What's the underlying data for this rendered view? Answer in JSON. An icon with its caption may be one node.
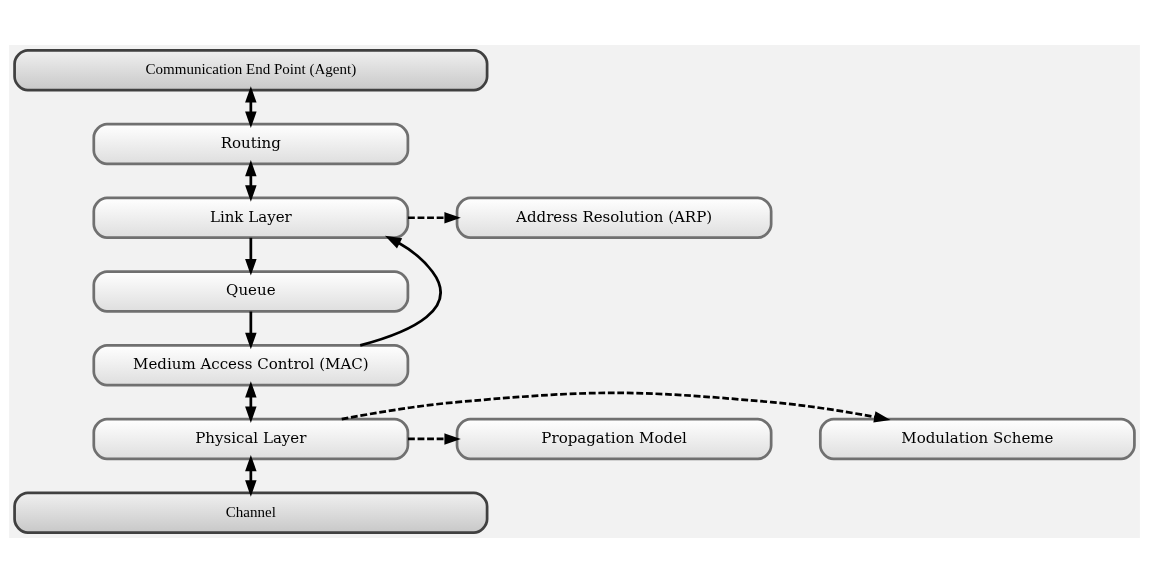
{
  "diagram": {
    "nodes": [
      {
        "text": [
          "Communication End Point (Agent)"
        ]
      },
      {
        "text": [
          "Routing"
        ]
      },
      {
        "text": [
          "Address Resolution (ARP)"
        ]
      },
      {
        "text": [
          "Link Layer"
        ]
      },
      {
        "text": [
          "Queue"
        ]
      },
      {
        "text": [
          "Medium Access Control (MAC)"
        ]
      },
      {
        "text": [
          "Modulation Scheme"
        ]
      },
      {
        "text": [
          "Propagation Model"
        ]
      },
      {
        "text": [
          "Physical Layer"
        ]
      },
      {
        "text": [
          "Channel"
        ]
      }
    ],
    "edges": [
      {
        "from": 0,
        "to": 1,
        "arrow": "both"
      },
      {
        "from": 1,
        "to": 3,
        "arrow": "both"
      },
      {
        "from": 3,
        "to": 2,
        "arrow": "to",
        "style": "dashed"
      },
      {
        "from": 3,
        "to": 4,
        "arrow": "to"
      },
      {
        "from": 4,
        "to": 5,
        "arrow": "to"
      },
      {
        "from": 5,
        "to": 3,
        "arrow": "to"
      },
      {
        "from": 5,
        "to": 8,
        "arrow": "both"
      },
      {
        "from": 8,
        "to": 6,
        "arrow": "to",
        "style": "dashed"
      },
      {
        "from": 8,
        "to": 7,
        "arrow": "to",
        "style": "dashed"
      },
      {
        "from": 8,
        "to": 9,
        "arrow": "both"
      }
    ]
  }
}
